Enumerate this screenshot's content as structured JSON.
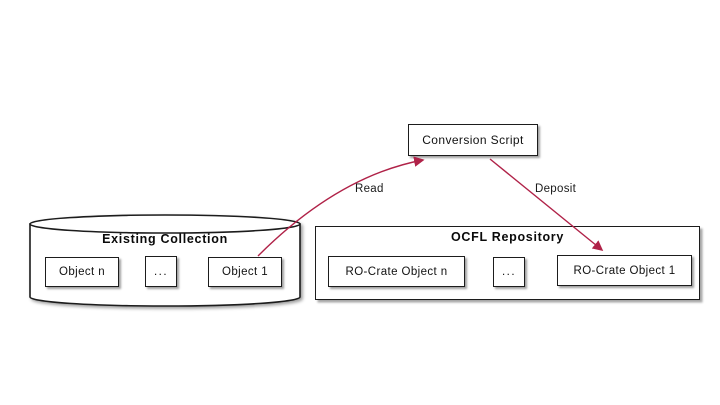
{
  "diagram": {
    "conversion_script": {
      "label": "Conversion Script"
    },
    "existing_collection": {
      "title": "Existing Collection",
      "shape": "cylinder",
      "items": [
        {
          "label": "Object n"
        },
        {
          "label": "..."
        },
        {
          "label": "Object 1"
        }
      ]
    },
    "ocfl_repository": {
      "title": "OCFL Repository",
      "shape": "rectangle",
      "items": [
        {
          "label": "RO-Crate Object n"
        },
        {
          "label": "..."
        },
        {
          "label": "RO-Crate Object 1"
        }
      ]
    },
    "edges": [
      {
        "label": "Read",
        "from": "Object 1",
        "to": "Conversion Script"
      },
      {
        "label": "Deposit",
        "from": "Conversion Script",
        "to": "RO-Crate Object 1"
      }
    ],
    "colors": {
      "arrow": "#b02248",
      "border": "#1c1c1c",
      "background": "#ffffff"
    }
  }
}
